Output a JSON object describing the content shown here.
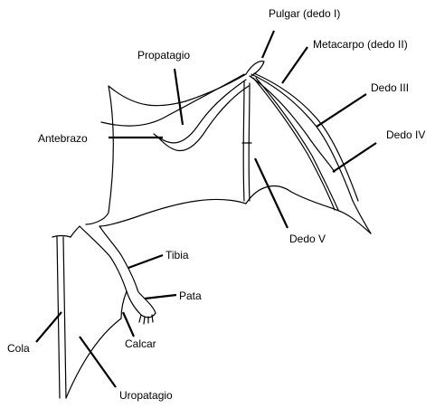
{
  "labels": {
    "pulgar": "Pulgar (dedo I)",
    "metacarpo": "Metacarpo (dedo II)",
    "propatagio": "Propatagio",
    "dedo3": "Dedo III",
    "dedo4": "Dedo IV",
    "antebrazo": "Antebrazo",
    "dedo5": "Dedo V",
    "tibia": "Tibia",
    "pata": "Pata",
    "cola": "Cola",
    "calcar": "Calcar",
    "uropatagio": "Uropatagio"
  },
  "colors": {
    "line": "#000000",
    "background": "#ffffff"
  }
}
